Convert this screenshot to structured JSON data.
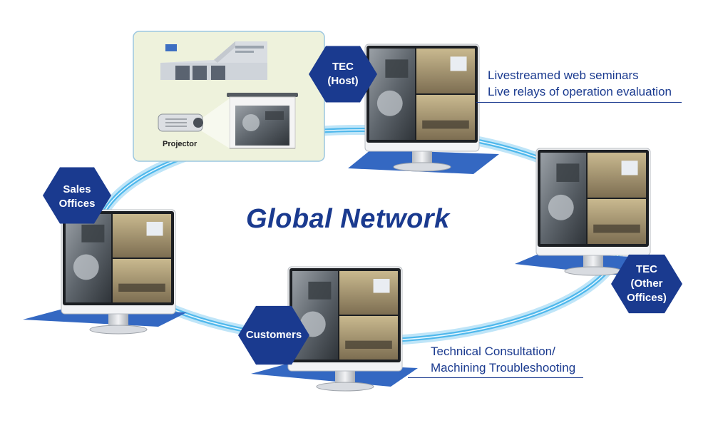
{
  "title": "Global Network",
  "inset": {
    "projector_label": "Projector"
  },
  "nodes": {
    "tec_host": {
      "line1": "TEC",
      "line2": "(Host)"
    },
    "sales_offices": {
      "line1": "Sales",
      "line2": "Offices"
    },
    "tec_other": {
      "line1": "TEC",
      "line2": "(Other",
      "line3": "Offices)"
    },
    "customers": {
      "line1": "Customers"
    }
  },
  "captions": {
    "host": {
      "line1": "Livestreamed web seminars",
      "line2": "Live relays of operation evaluation"
    },
    "customers": {
      "line1": "Technical Consultation/",
      "line2": "Machining Troubleshooting"
    }
  },
  "colors": {
    "brand_blue": "#1a3a8f",
    "ring_cyan": "#4fb8ec",
    "inset_bg": "#eef2dc",
    "inset_border": "#9cc7e0",
    "platform_blue": "#3468c2"
  }
}
